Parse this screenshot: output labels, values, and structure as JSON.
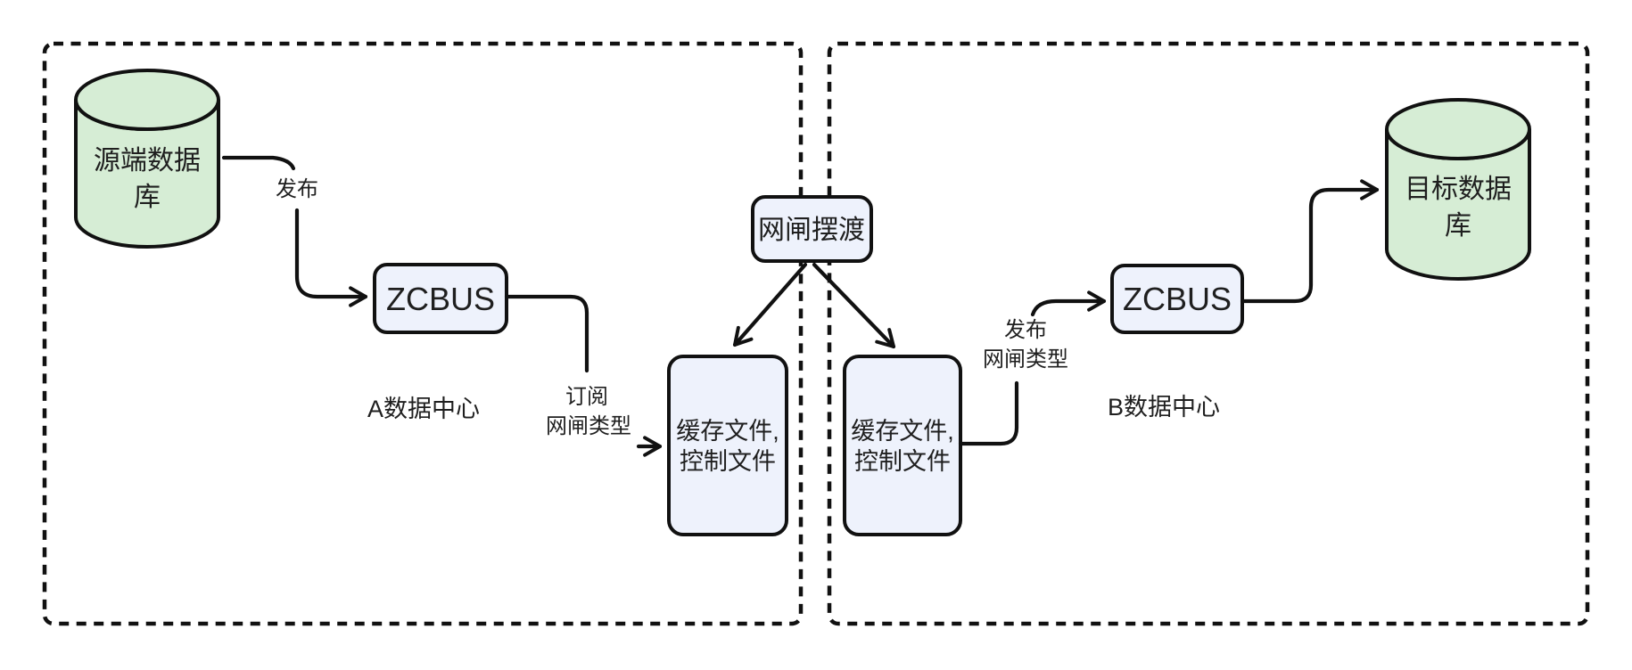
{
  "diagram": {
    "zone_a": {
      "label": "A数据中心",
      "source_db": {
        "line1": "源端数据",
        "line2": "库"
      },
      "publish_label": "发布",
      "zcbus_label": "ZCBUS",
      "subscribe": {
        "line1": "订阅",
        "line2": "网闸类型"
      },
      "cache": {
        "line1": "缓存文件,",
        "line2": "控制文件"
      }
    },
    "gateway": {
      "label": "网闸摆渡"
    },
    "zone_b": {
      "label": "B数据中心",
      "publish": {
        "line1": "发布",
        "line2": "网闸类型"
      },
      "zcbus_label": "ZCBUS",
      "cache": {
        "line1": "缓存文件,",
        "line2": "控制文件"
      },
      "target_db": {
        "line1": "目标数据",
        "line2": "库"
      }
    },
    "colors": {
      "database_fill": "#d6edd5",
      "node_fill": "#eef2fc",
      "stroke": "#111111",
      "text": "#1f1f1f"
    }
  }
}
